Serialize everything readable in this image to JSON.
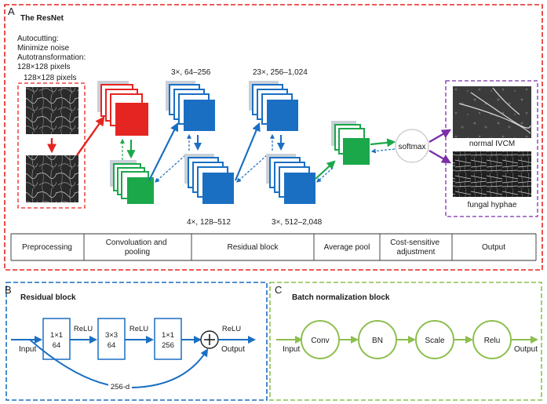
{
  "panel_a": {
    "letter": "A",
    "title": "The ResNet",
    "preprocess_notes": [
      "Autocutting:",
      "Minimize noise",
      "Autotransformation:",
      "128×128 pixels"
    ],
    "image_size": "128×128 pixels",
    "res_top_left": "3×, 64–256",
    "res_top_right": "23×, 256–1,024",
    "res_bottom_left": "4×, 128–512",
    "res_bottom_right": "3×, 512–2,048",
    "softmax": "softmax",
    "output_top": "normal IVCM",
    "output_bottom": "fungal hyphae",
    "stages": [
      "Preprocessing",
      "Convoluation and\npooling",
      "Residual block",
      "Average pool",
      "Cost-sensitive\nadjustment",
      "Output"
    ]
  },
  "panel_b": {
    "letter": "B",
    "title": "Residual block",
    "input": "Input",
    "output": "Output",
    "conv1": [
      "1×1",
      "64"
    ],
    "conv2": [
      "3×3",
      "64"
    ],
    "conv3": [
      "1×1",
      "256"
    ],
    "relu": "ReLU",
    "skip": "256-d"
  },
  "panel_c": {
    "letter": "C",
    "title": "Batch normalization block",
    "input": "Input",
    "output": "Output",
    "nodes": [
      "Conv",
      "BN",
      "Scale",
      "Relu"
    ]
  },
  "colors": {
    "red": "#e52521",
    "blue": "#1a6fc2",
    "green": "#1aa84a",
    "purple": "#7b2fa8",
    "light_green": "#8dbf4f"
  }
}
